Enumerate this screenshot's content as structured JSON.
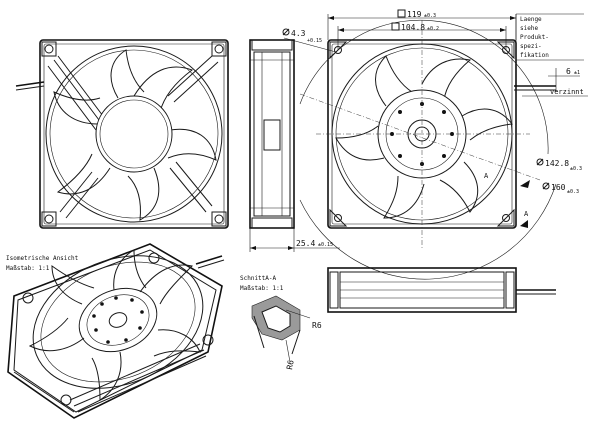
{
  "dimensions": {
    "outer_width": "119",
    "outer_width_tol": "±0.3",
    "hole_spacing": "104.8",
    "hole_spacing_tol": "±0.2",
    "mount_hole": "4.3",
    "mount_hole_tol": "+0.15",
    "depth": "25.4",
    "depth_tol": "±0.15",
    "diameter_inner": "142.8",
    "diameter_inner_tol": "±0.3",
    "diameter_outer": "160",
    "diameter_outer_tol": "±0.3",
    "lead_strip": "6",
    "lead_strip_tol": "±1",
    "radius": "R6"
  },
  "notes": {
    "lead_length_lines": [
      "Laenge",
      "siehe",
      "Produkt-",
      "spezi-",
      "fikation"
    ],
    "tinned": "verzinnt",
    "isometric_title": "Isometrische Ansicht",
    "isometric_scale": "Maßstab:  1:1",
    "section_title": "SchnittA-A",
    "section_scale": "Maßstab:  1:1",
    "section_marker": "A"
  }
}
